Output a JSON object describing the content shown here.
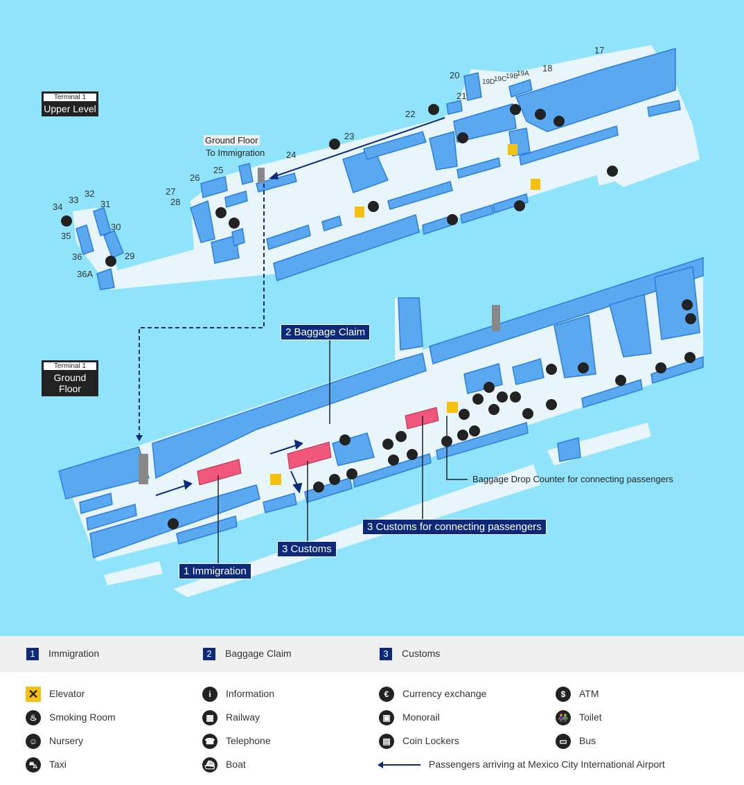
{
  "upper": {
    "badge_top": "Terminal 1",
    "badge_bottom": "Upper Level",
    "note_line1": "Ground Floor",
    "note_line2": "To Immigration",
    "gates": [
      "17",
      "18",
      "19A",
      "19B",
      "19C",
      "19D",
      "20",
      "21",
      "22",
      "23",
      "24",
      "25",
      "26",
      "27",
      "28",
      "29",
      "30",
      "31",
      "32",
      "33",
      "34",
      "35",
      "36",
      "36A"
    ]
  },
  "ground": {
    "badge_top": "Terminal 1",
    "badge_bottom": "Ground Floor",
    "callouts": {
      "baggage_claim": "2 Baggage Claim",
      "immigration": "1 Immigration",
      "customs": "3 Customs",
      "customs_connecting": "3 Customs for connecting passengers",
      "baggage_drop": "Baggage Drop Counter for connecting passengers"
    }
  },
  "key_numbers": [
    {
      "num": "1",
      "label": "Immigration"
    },
    {
      "num": "2",
      "label": "Baggage Claim"
    },
    {
      "num": "3",
      "label": "Customs"
    }
  ],
  "legend": [
    {
      "icon": "elevator-icon",
      "glyph": "✕",
      "label": "Elevator"
    },
    {
      "icon": "smoking-room-icon",
      "glyph": "♨",
      "label": "Smoking Room"
    },
    {
      "icon": "nursery-icon",
      "glyph": "☺",
      "label": "Nursery"
    },
    {
      "icon": "taxi-icon",
      "glyph": "⛍",
      "label": "Taxi"
    },
    {
      "icon": "information-icon",
      "glyph": "i",
      "label": "Information"
    },
    {
      "icon": "railway-icon",
      "glyph": "▦",
      "label": "Railway"
    },
    {
      "icon": "telephone-icon",
      "glyph": "☎",
      "label": "Telephone"
    },
    {
      "icon": "boat-icon",
      "glyph": "⛴",
      "label": "Boat"
    },
    {
      "icon": "currency-exchange-icon",
      "glyph": "€",
      "label": "Currency exchange"
    },
    {
      "icon": "monorail-icon",
      "glyph": "▣",
      "label": "Monorail"
    },
    {
      "icon": "coin-lockers-icon",
      "glyph": "▤",
      "label": "Coin Lockers"
    },
    {
      "icon": "atm-icon",
      "glyph": "$",
      "label": "ATM"
    },
    {
      "icon": "toilet-icon",
      "glyph": "👫",
      "label": "Toilet"
    },
    {
      "icon": "bus-icon",
      "glyph": "▭",
      "label": "Bus"
    }
  ],
  "arrow_legend": "Passengers arriving at Mexico City International Airport",
  "colors": {
    "water": "#8fe4fb",
    "floor": "#e8f6fc",
    "block": "#5aa8f0",
    "navy": "#0d2a7a",
    "elevator": "#f5c010",
    "checkin": "#f0577a"
  }
}
